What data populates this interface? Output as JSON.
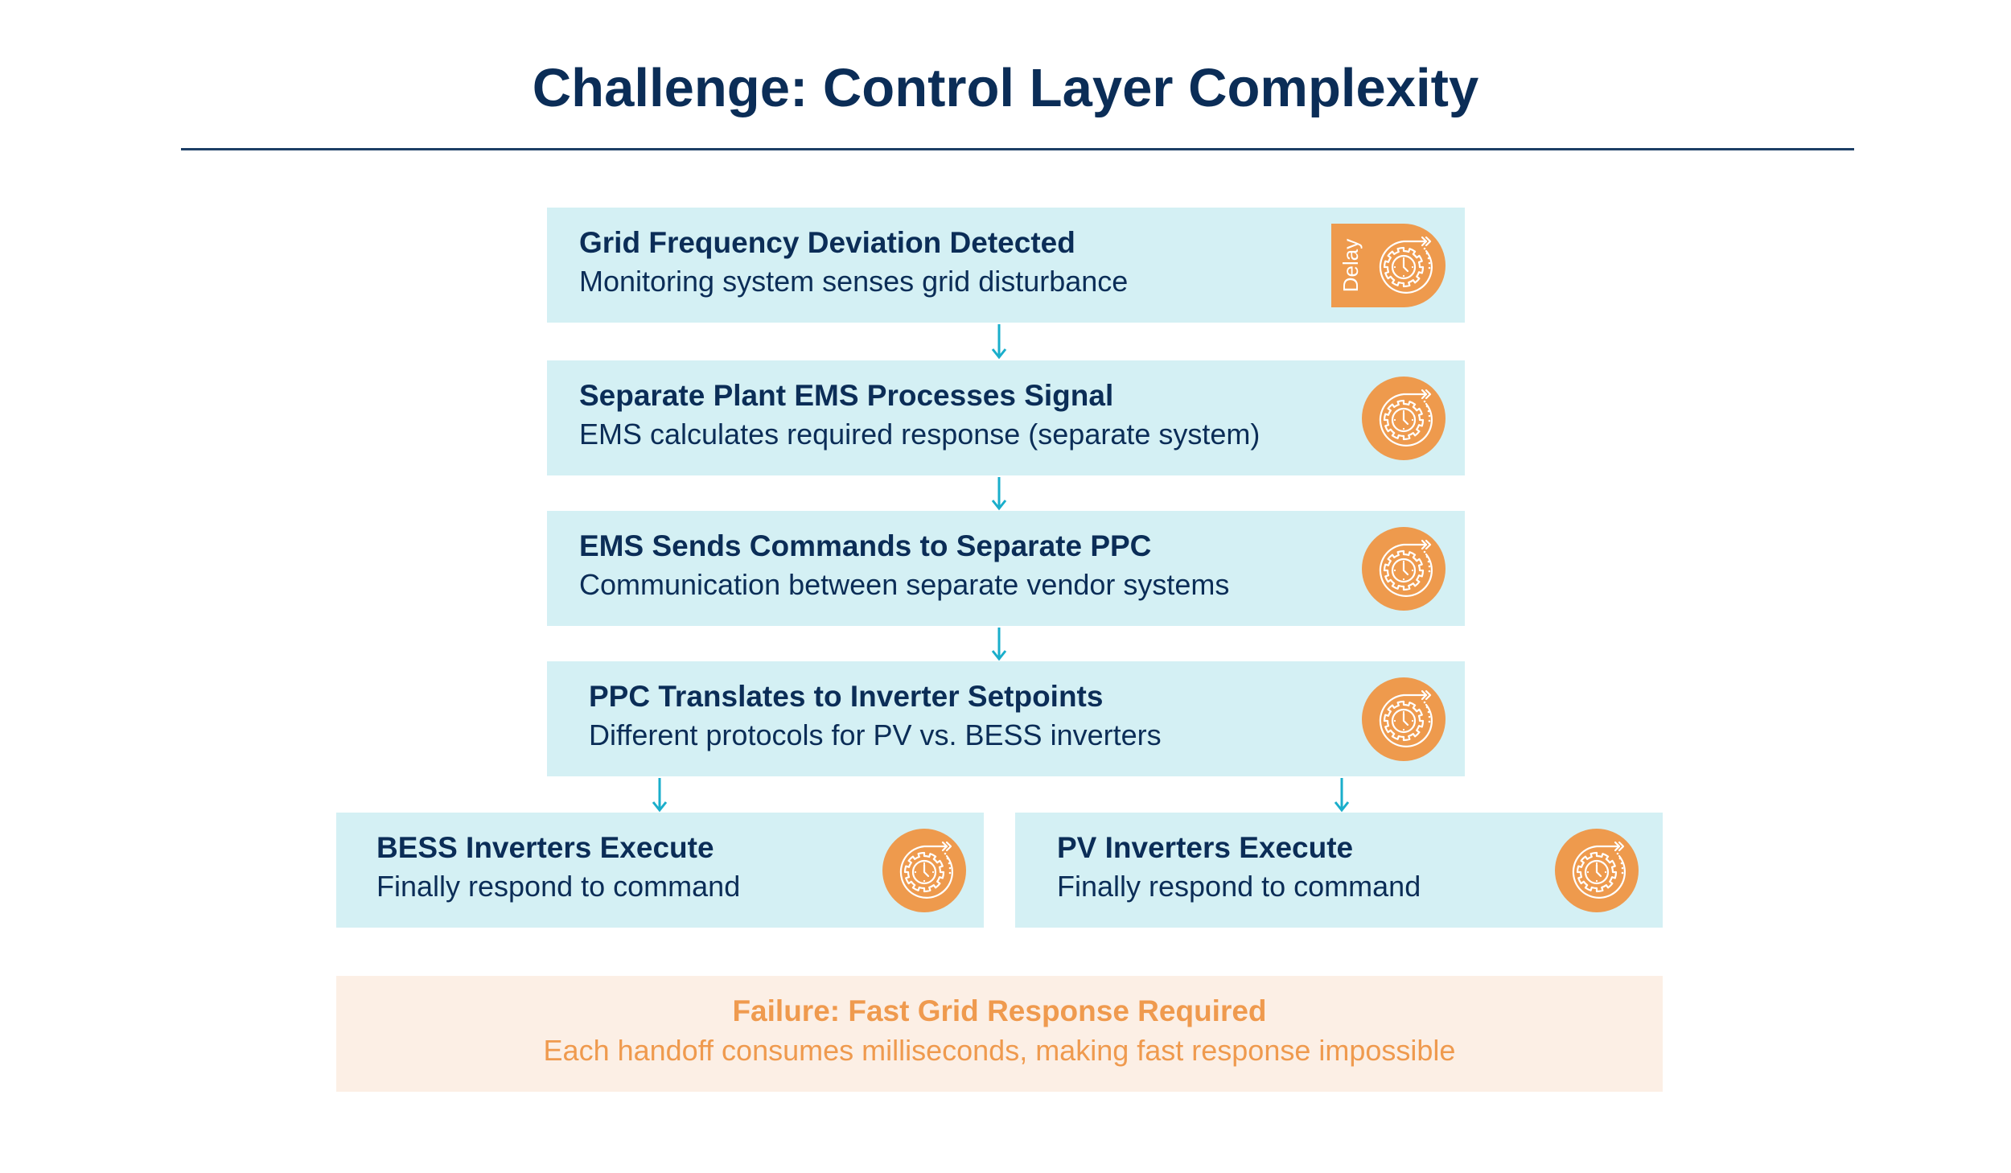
{
  "page": {
    "title": "Challenge: Control Layer Complexity"
  },
  "colors": {
    "title": "#0b2d57",
    "box_fill": "#d4f0f4",
    "accent_orange": "#ee9a4d",
    "arrow": "#1aaecb",
    "failure_fill": "#fcefe5"
  },
  "steps": [
    {
      "heading": "Grid Frequency Deviation Detected",
      "detail": "Monitoring system senses grid disturbance",
      "icon": "delay-clock-gear-icon",
      "badge_label": "Delay"
    },
    {
      "heading": "Separate Plant EMS Processes Signal",
      "detail": "EMS calculates required response (separate system)",
      "icon": "delay-clock-gear-icon"
    },
    {
      "heading": "EMS Sends Commands to Separate PPC",
      "detail": "Communication between separate vendor systems",
      "icon": "delay-clock-gear-icon"
    },
    {
      "heading": "PPC Translates to Inverter Setpoints",
      "detail": "Different protocols for PV vs. BESS inverters",
      "icon": "delay-clock-gear-icon"
    }
  ],
  "branches": [
    {
      "heading": "BESS Inverters Execute",
      "detail": "Finally respond to command",
      "icon": "delay-clock-gear-icon"
    },
    {
      "heading": "PV Inverters Execute",
      "detail": "Finally respond to command",
      "icon": "delay-clock-gear-icon"
    }
  ],
  "failure": {
    "heading": "Failure: Fast Grid Response Required",
    "detail": "Each handoff consumes milliseconds, making fast response impossible"
  }
}
